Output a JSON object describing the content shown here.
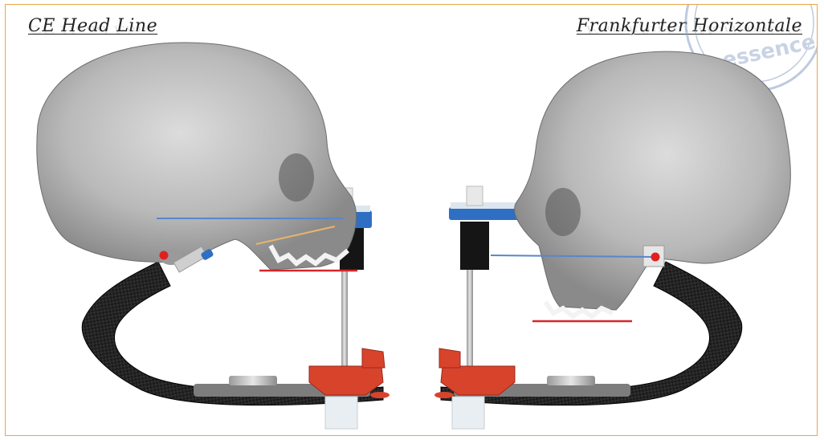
{
  "titles": {
    "left": "CE Head Line",
    "right": "Frankfurter Horizontale"
  },
  "watermark": {
    "text": "essence"
  },
  "colors": {
    "frame_border": "#e8a64a",
    "reference_line_blue": "#5a86c9",
    "reference_line_red": "#d8262a",
    "guide_line_orange": "#e8b56a",
    "marker_dot": "#e02020",
    "device_blue": "#2f6fc3",
    "device_red": "#d8432c",
    "carbon_arm": "#1c1c1c"
  }
}
